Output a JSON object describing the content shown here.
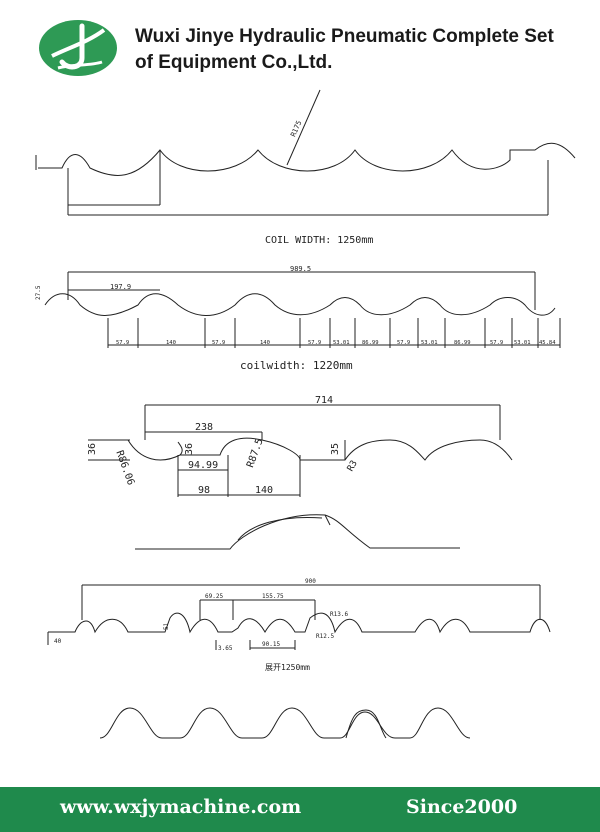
{
  "header": {
    "company_line1": "Wuxi Jinye Hydraulic Pneumatic Complete Set",
    "company_line2": "of Equipment Co.,Ltd."
  },
  "colors": {
    "brand_green": "#1f8a4c",
    "logo_green": "#2e9a55",
    "line": "#222222"
  },
  "icons": {
    "logo": "jinye-j-logo"
  },
  "profile1": {
    "label": "COIL WIDTH: 1250mm",
    "radius": "R175"
  },
  "profile2": {
    "label": "coilwidth: 1220mm",
    "top_dim": "989.5",
    "pitch_dim": "197.9",
    "height_dim": "27.5",
    "bottom_dims": [
      "57.9",
      "140",
      "57.9",
      "140",
      "57.9",
      "53.01",
      "86.99",
      "57.9",
      "53.01",
      "86.99",
      "57.9",
      "53.01",
      "45.84"
    ]
  },
  "profile3": {
    "overall": "714",
    "pitch": "238",
    "valley": "94.99",
    "base": "98",
    "crest": "140",
    "h1": "36",
    "h2": "36",
    "h3": "35",
    "r1": "R86.06",
    "r2": "R87.5",
    "r3": "R3"
  },
  "profile5": {
    "overall": "900",
    "d1": "69.25",
    "d2": "155.75",
    "d3": "90.15",
    "r1": "R13.6",
    "r2": "R12.5",
    "h": "3.65",
    "left": "40",
    "depth": "51",
    "label": "展开1250mm"
  },
  "footer": {
    "url": "www.wxjymachine.com",
    "since": "Since2000"
  }
}
